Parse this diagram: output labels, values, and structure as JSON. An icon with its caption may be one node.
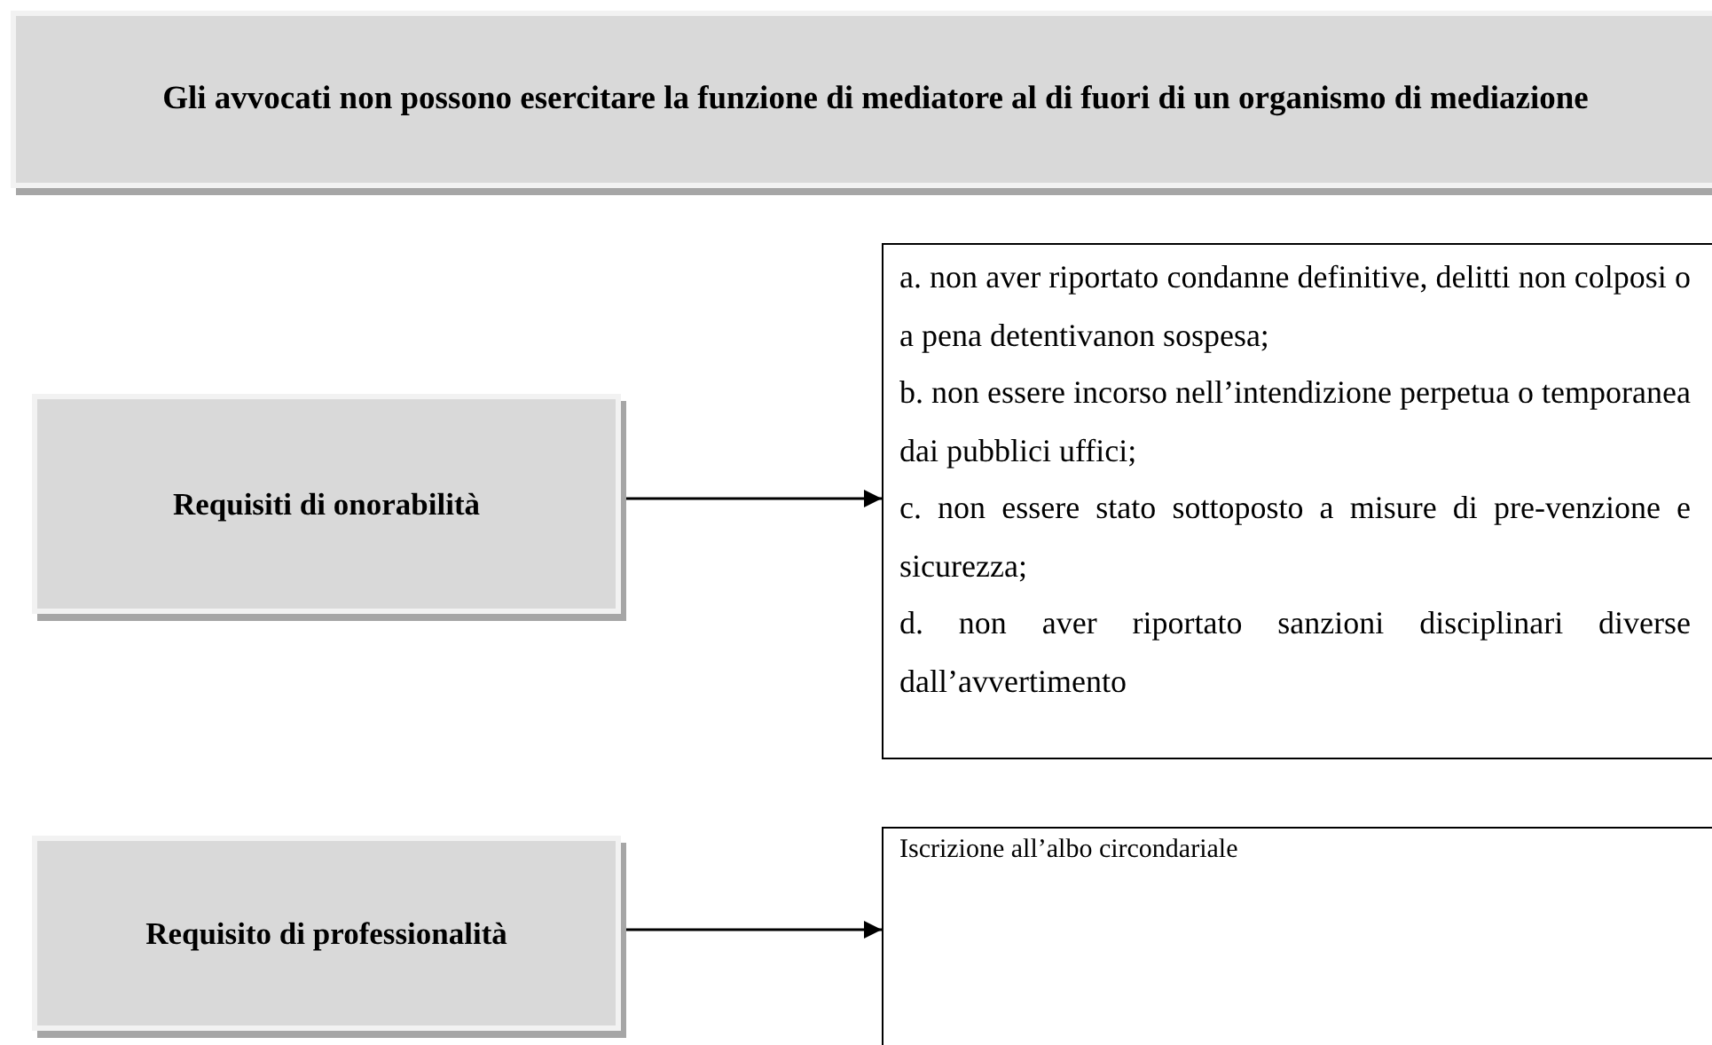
{
  "diagram": {
    "nodes": [
      {
        "text": [
          "Gli avvocati non possono esercitare la funzione di mediatore al di fuori di un organismo di mediazione"
        ]
      },
      {
        "text": [
          "Requisiti di onorabilità"
        ]
      },
      {
        "text": [
          "a. non aver riportato condanne definitive, delitti non colposi o a pena detentivanon sospesa;",
          "b. non essere incorso nell’intendizione perpetua o temporanea dai pubblici uffici;",
          "c. non essere stato sottoposto a misure di pre-venzione e sicurezza;",
          "d. non aver riportato sanzioni disciplinari diverse dall’avvertimento"
        ]
      },
      {
        "text": [
          "Requisito di professionalità"
        ]
      },
      {
        "text": [
          "Iscrizione all’albo circondariale"
        ]
      }
    ],
    "edges": [
      {
        "from": 1,
        "to": 2,
        "arrow": "to"
      },
      {
        "from": 3,
        "to": 4,
        "arrow": "to"
      }
    ]
  }
}
